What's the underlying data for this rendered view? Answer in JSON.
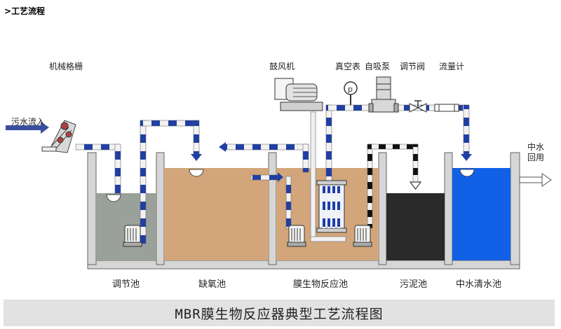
{
  "header": {
    "title": ">工艺流程"
  },
  "labels": {
    "screen": "机械格栅",
    "blower": "鼓风机",
    "vacuum_gauge": "真空表",
    "self_priming_pump": "自吸泵",
    "regulating_valve": "调节阀",
    "flowmeter": "流量计",
    "inflow": "污水流入",
    "outflow": "中水\n回用"
  },
  "tanks": {
    "regulating": "调节池",
    "anoxic": "缺氧池",
    "mbr": "膜生物反应池",
    "sludge": "污泥池",
    "reclaimed": "中水清水池"
  },
  "footer": {
    "title": "MBR膜生物反应器典型工艺流程图"
  },
  "colors": {
    "pipe_blue": "#1f3fa6",
    "pipe_grey": "#e6e6e6",
    "pipe_black": "#111111",
    "tank_regulating": "#9aa09a",
    "tank_anoxic": "#d2a67a",
    "tank_mbr": "#d2a67a",
    "tank_sludge": "#2a2a2a",
    "tank_reclaimed": "#1160e6"
  }
}
